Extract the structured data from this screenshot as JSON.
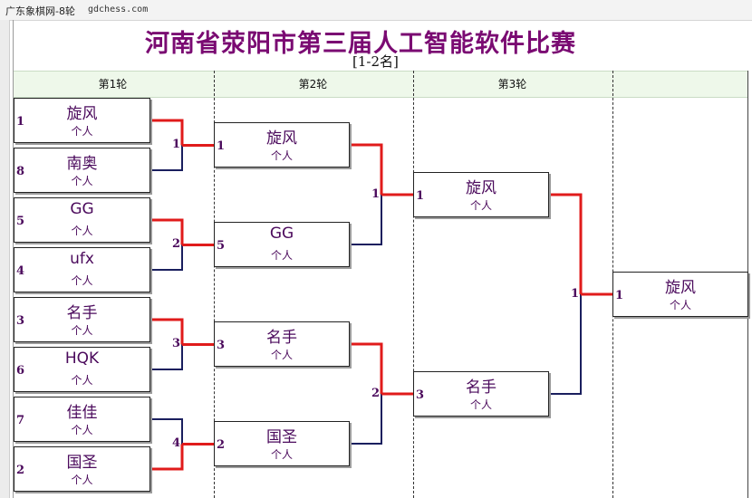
{
  "window": {
    "title": "广东象棋网-8轮",
    "site": "gdchess.com"
  },
  "page": {
    "title": "河南省荥阳市第三届人工智能软件比赛",
    "subtitle": "[1-2名]"
  },
  "rounds": [
    "第1轮",
    "第2轮",
    "第3轮"
  ],
  "colors": {
    "winner_line": "#e01b1b",
    "loser_line": "#1a1f5e",
    "text": "#4b0a5c",
    "title": "#7a0a72",
    "header_bg": "#eef8ea"
  },
  "bracket": {
    "round1": [
      {
        "seed": "1",
        "name": "旋风",
        "type": "个人"
      },
      {
        "seed": "8",
        "name": "南奥",
        "type": "个人"
      },
      {
        "seed": "5",
        "name": "GG",
        "type": "个人"
      },
      {
        "seed": "4",
        "name": "ufx",
        "type": "个人"
      },
      {
        "seed": "3",
        "name": "名手",
        "type": "个人"
      },
      {
        "seed": "6",
        "name": "HQK",
        "type": "个人"
      },
      {
        "seed": "7",
        "name": "佳佳",
        "type": "个人"
      },
      {
        "seed": "2",
        "name": "国圣",
        "type": "个人"
      }
    ],
    "round1_match_numbers": [
      "1",
      "2",
      "3",
      "4"
    ],
    "round2": [
      {
        "seed": "1",
        "name": "旋风",
        "type": "个人"
      },
      {
        "seed": "5",
        "name": "GG",
        "type": "个人"
      },
      {
        "seed": "3",
        "name": "名手",
        "type": "个人"
      },
      {
        "seed": "2",
        "name": "国圣",
        "type": "个人"
      }
    ],
    "round2_match_numbers": [
      "1",
      "2"
    ],
    "round3": [
      {
        "seed": "1",
        "name": "旋风",
        "type": "个人"
      },
      {
        "seed": "3",
        "name": "名手",
        "type": "个人"
      }
    ],
    "round3_match_numbers": [
      "1"
    ],
    "champion": {
      "seed": "1",
      "name": "旋风",
      "type": "个人"
    }
  }
}
